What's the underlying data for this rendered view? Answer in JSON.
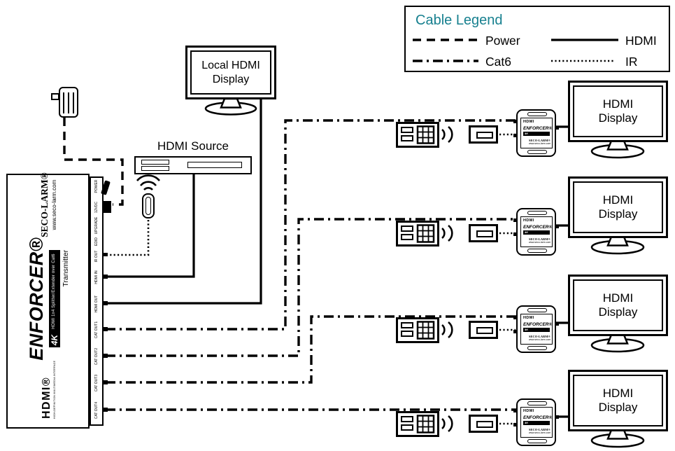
{
  "colors": {
    "ink": "#000000",
    "legend_title": "#17808F"
  },
  "legend": {
    "title": "Cable Legend",
    "items": [
      {
        "label": "Power"
      },
      {
        "label": "HDMI"
      },
      {
        "label": "Cat6"
      },
      {
        "label": "IR"
      }
    ]
  },
  "local_display": {
    "line1": "Local HDMI",
    "line2": "Display"
  },
  "hdmi_source": {
    "label": "HDMI Source"
  },
  "transmitter": {
    "brand": "ENFORCER®",
    "resolution_badge": "4K",
    "badge_caption": "HDMI 1x4 Splitter/Extender over Cat6",
    "role": "Transmitter",
    "maker": "SECO-LARM®",
    "website": "www.seco-larm.com",
    "hdmi_logo": "HDMI®",
    "hdmi_logo_caption": "HIGH-DEFINITION MULTIMEDIA INTERFACE",
    "ports": [
      "POWER",
      "12VDC",
      "UPGRADE",
      "EDID",
      "IR OUT",
      "HDMI IN",
      "HDMI OUT",
      "CAT OUT1",
      "CAT OUT2",
      "CAT OUT3",
      "CAT OUT4"
    ]
  },
  "receiver_unit": {
    "hdmi_logo": "HDMI",
    "brand": "ENFORCER®",
    "badge": "4K",
    "maker": "SECO-LARM®",
    "website": "www.seco-larm.com"
  },
  "hdmi_displays": [
    {
      "line1": "HDMI",
      "line2": "Display"
    },
    {
      "line1": "HDMI",
      "line2": "Display"
    },
    {
      "line1": "HDMI",
      "line2": "Display"
    },
    {
      "line1": "HDMI",
      "line2": "Display"
    }
  ]
}
